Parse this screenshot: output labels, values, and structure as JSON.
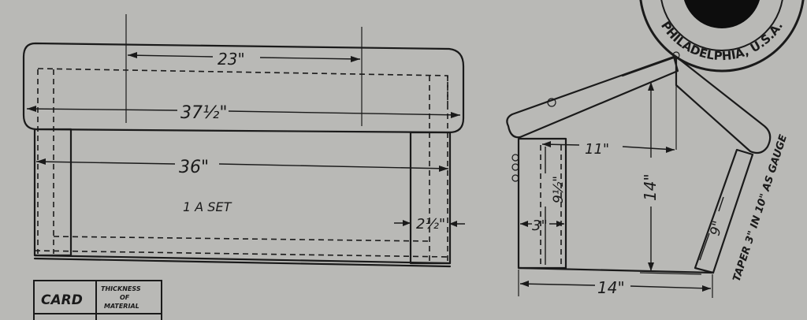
{
  "front_view": {
    "dim_top": "23\"",
    "dim_overall": "37½\"",
    "dim_inner": "36\"",
    "dim_leg_width": "2½\"",
    "note": "1 A SET"
  },
  "side_view": {
    "dim_overhang": "11\"",
    "dim_height": "14\"",
    "dim_wall": "9½\"",
    "dim_foot": "3\"",
    "dim_base": "14\"",
    "dim_slant": "9\"",
    "note_taper": "TAPER 3\" IN 10\" AS GAUGE"
  },
  "stamp": {
    "text": "PHILADELPHIA, U.S.A."
  },
  "table": {
    "col1": "CARD",
    "col2_lines": [
      "THICKNESS",
      "OF",
      "MATERIAL"
    ]
  }
}
